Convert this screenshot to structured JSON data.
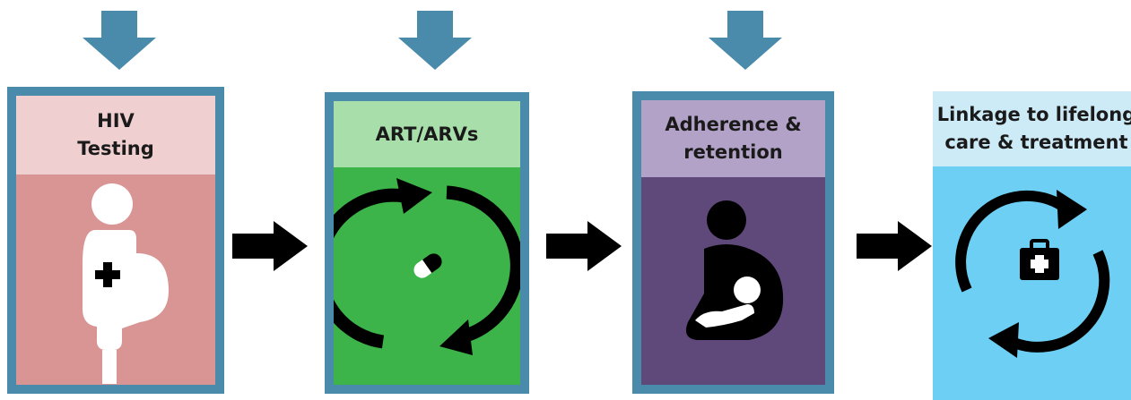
{
  "steps": [
    {
      "title": "HIV\nTesting",
      "icon": "pregnant-woman-plus-icon",
      "header_color": "#efcfcf",
      "body_color": "#d99594"
    },
    {
      "title": "ART/ARVs",
      "icon": "cycle-pill-icon",
      "header_color": "#a8deaa",
      "body_color": "#3cb449"
    },
    {
      "title": "Adherence &\nretention",
      "icon": "breastfeeding-mother-icon",
      "header_color": "#b3a2c7",
      "body_color": "#5f497a"
    },
    {
      "title": "Linkage to lifelong\ncare & treatment",
      "icon": "cycle-medkit-icon",
      "header_color": "#cdeaf7",
      "body_color": "#6ccff3"
    }
  ],
  "colors": {
    "border": "#4a8bab",
    "down_arrow": "#4a8bab",
    "right_arrow": "#000000"
  }
}
